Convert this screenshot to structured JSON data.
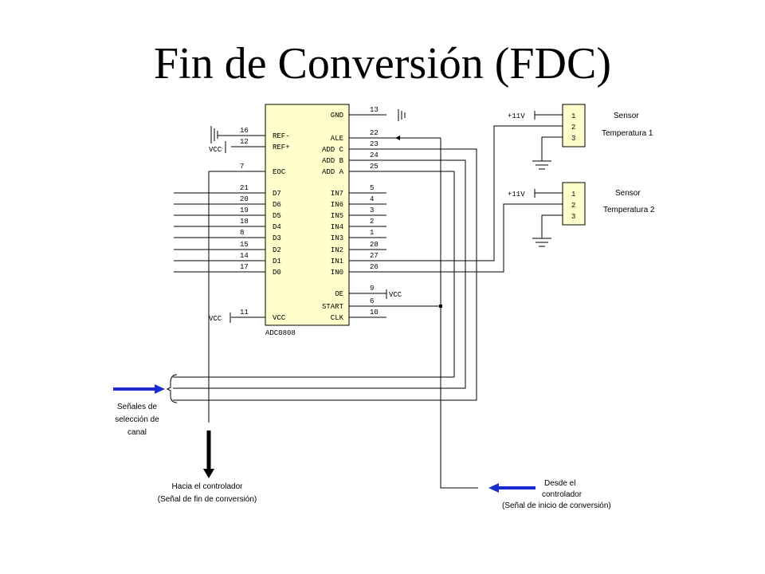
{
  "title": "Fin de Conversión (FDC)",
  "chip": {
    "name": "ADC0808",
    "left_pins": [
      {
        "num": "16",
        "label": "REF-"
      },
      {
        "num": "12",
        "label": "REF+"
      },
      {
        "num": "7",
        "label": "EOC"
      },
      {
        "num": "21",
        "label": "D7"
      },
      {
        "num": "20",
        "label": "D6"
      },
      {
        "num": "19",
        "label": "D5"
      },
      {
        "num": "18",
        "label": "D4"
      },
      {
        "num": "8",
        "label": "D3"
      },
      {
        "num": "15",
        "label": "D2"
      },
      {
        "num": "14",
        "label": "D1"
      },
      {
        "num": "17",
        "label": "D0"
      },
      {
        "num": "11",
        "label": "VCC"
      }
    ],
    "right_pins": [
      {
        "num": "13",
        "label": "GND"
      },
      {
        "num": "22",
        "label": "ALE"
      },
      {
        "num": "23",
        "label": "ADD C"
      },
      {
        "num": "24",
        "label": "ADD B"
      },
      {
        "num": "25",
        "label": "ADD A"
      },
      {
        "num": "5",
        "label": "IN7"
      },
      {
        "num": "4",
        "label": "IN6"
      },
      {
        "num": "3",
        "label": "IN5"
      },
      {
        "num": "2",
        "label": "IN4"
      },
      {
        "num": "1",
        "label": "IN3"
      },
      {
        "num": "28",
        "label": "IN2"
      },
      {
        "num": "27",
        "label": "IN1"
      },
      {
        "num": "26",
        "label": "IN0"
      },
      {
        "num": "9",
        "label": "OE"
      },
      {
        "num": "6",
        "label": "START"
      },
      {
        "num": "10",
        "label": "CLK"
      }
    ]
  },
  "power": {
    "vcc": "VCC",
    "v11": "+11V"
  },
  "sensors": [
    {
      "line1": "Sensor",
      "line2": "Temperatura 1",
      "pins": [
        "1",
        "2",
        "3"
      ]
    },
    {
      "line1": "Sensor",
      "line2": "Temperatura 2",
      "pins": [
        "1",
        "2",
        "3"
      ]
    }
  ],
  "annotations": {
    "channel_select": [
      "Señales de",
      "selección de",
      "canal"
    ],
    "to_controller": [
      "Hacia el controlador",
      "(Señal de fin de conversión)"
    ],
    "from_controller": [
      "Desde el",
      "controlador",
      "(Señal de inicio de conversión)"
    ]
  },
  "colors": {
    "chip_fill": "#ffffcc",
    "arrow": "#1a2ccf",
    "wire": "#000000"
  }
}
